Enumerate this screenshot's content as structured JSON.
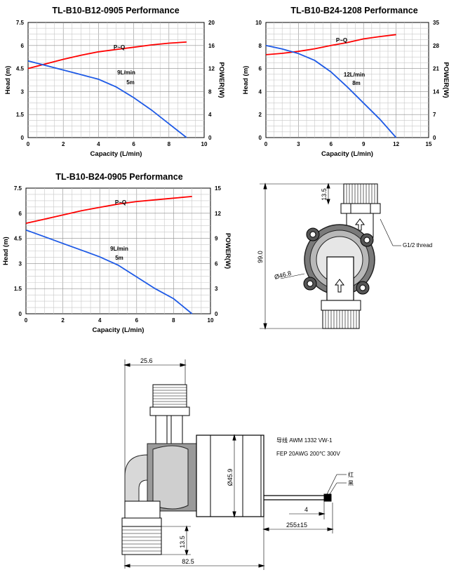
{
  "chart_data": [
    {
      "type": "line",
      "title": "TL-B10-B12-0905 Performance",
      "xlabel": "Capacity (L/min)",
      "ylabel": "Head (m)",
      "y2label": "POWER(W)",
      "xlim": [
        0,
        10
      ],
      "ylim": [
        0,
        7.5
      ],
      "y2lim": [
        0,
        20
      ],
      "xticks": [
        "0",
        "2",
        "4",
        "6",
        "8",
        "10"
      ],
      "yticks": [
        "0",
        "1.5",
        "3",
        "4.5",
        "6",
        "7.5"
      ],
      "y2ticks": [
        "0",
        "4",
        "8",
        "12",
        "16",
        "20"
      ],
      "grid": true,
      "series": [
        {
          "name": "P~Q",
          "axis": "right",
          "color": "#ff0000",
          "x": [
            0,
            1,
            2,
            3,
            4,
            5,
            6,
            7,
            8,
            9
          ],
          "y": [
            12.0,
            12.8,
            13.6,
            14.3,
            14.9,
            15.3,
            15.7,
            16.1,
            16.4,
            16.6
          ]
        },
        {
          "name": "",
          "axis": "left",
          "color": "#1e5ae6",
          "x": [
            0,
            1,
            2,
            3,
            4,
            5,
            6,
            7,
            8,
            9
          ],
          "y": [
            5.0,
            4.7,
            4.4,
            4.1,
            3.8,
            3.3,
            2.6,
            1.8,
            0.9,
            0.0
          ]
        }
      ],
      "annotations": [
        "9L/min",
        "5m"
      ]
    },
    {
      "type": "line",
      "title": "TL-B10-B24-1208 Performance",
      "xlabel": "Capacity (L/min)",
      "ylabel": "Head (m)",
      "y2label": "POWER(W)",
      "xlim": [
        0,
        15
      ],
      "ylim": [
        0,
        10
      ],
      "y2lim": [
        0,
        35
      ],
      "xticks": [
        "0",
        "3",
        "6",
        "9",
        "12",
        "15"
      ],
      "yticks": [
        "0",
        "2",
        "4",
        "6",
        "8",
        "10"
      ],
      "y2ticks": [
        "0",
        "7",
        "14",
        "21",
        "28",
        "35"
      ],
      "grid": true,
      "series": [
        {
          "name": "P~Q",
          "axis": "right",
          "color": "#ff0000",
          "x": [
            0,
            1.5,
            3,
            4.5,
            6,
            7.5,
            9,
            10.5,
            12
          ],
          "y": [
            25.2,
            25.6,
            26.2,
            27.0,
            28.0,
            28.9,
            30.0,
            30.7,
            31.3
          ]
        },
        {
          "name": "",
          "axis": "left",
          "color": "#1e5ae6",
          "x": [
            0,
            1.5,
            3,
            4.5,
            6,
            7.5,
            9,
            10.5,
            12
          ],
          "y": [
            8.0,
            7.7,
            7.3,
            6.7,
            5.7,
            4.4,
            3.0,
            1.6,
            0.0
          ]
        }
      ],
      "annotations": [
        "12L/min",
        "8m"
      ]
    },
    {
      "type": "line",
      "title": "TL-B10-B24-0905 Performance",
      "xlabel": "Capacity (L/min)",
      "ylabel": "Head (m)",
      "y2label": "POWER(W)",
      "xlim": [
        0,
        10
      ],
      "ylim": [
        0,
        7.5
      ],
      "y2lim": [
        0,
        15
      ],
      "xticks": [
        "0",
        "2",
        "4",
        "6",
        "8",
        "10"
      ],
      "yticks": [
        "0",
        "1.5",
        "3",
        "4.5",
        "6",
        "7.5"
      ],
      "y2ticks": [
        "0",
        "3",
        "6",
        "9",
        "12",
        "15"
      ],
      "grid": true,
      "series": [
        {
          "name": "P~Q",
          "axis": "right",
          "color": "#ff0000",
          "x": [
            0,
            1,
            2,
            3,
            4,
            5,
            6,
            7,
            8,
            9
          ],
          "y": [
            10.8,
            11.3,
            11.8,
            12.3,
            12.7,
            13.1,
            13.4,
            13.6,
            13.8,
            14.0
          ]
        },
        {
          "name": "",
          "axis": "left",
          "color": "#1e5ae6",
          "x": [
            0,
            1,
            2,
            3,
            4,
            5,
            6,
            7,
            8,
            9
          ],
          "y": [
            5.0,
            4.6,
            4.2,
            3.8,
            3.4,
            2.9,
            2.2,
            1.5,
            0.9,
            0.0
          ]
        }
      ],
      "annotations": [
        "9L/min",
        "5m"
      ]
    }
  ],
  "drawings": {
    "top_view": {
      "height_dim": "99.0",
      "thread_dim": "13.5",
      "dia_dim": "Ø46.8",
      "thread_note": "G1/2  thread"
    },
    "side_view": {
      "width_top": "25.6",
      "body_dia": "Ø45.9",
      "bottom_thread": "13.5",
      "total_length": "82.5",
      "cable_length": "255±15",
      "strip_length": "4",
      "wire_note_1": "导线 AWM 1332 VW-1",
      "wire_note_2": "FEP 20AWG 200℃ 300V",
      "wire_red": "红",
      "wire_black": "黑"
    }
  }
}
